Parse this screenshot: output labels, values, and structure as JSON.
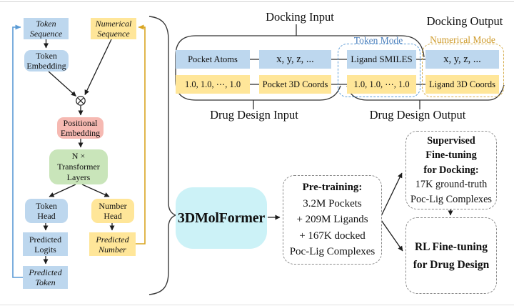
{
  "flowchart": {
    "token_sequence": [
      "Token",
      "Sequence"
    ],
    "numerical_sequence": [
      "Numerical",
      "Sequence"
    ],
    "token_embedding": [
      "Token",
      "Embedding"
    ],
    "positional_embedding": [
      "Positional",
      "Embedding"
    ],
    "transformer_layers": [
      "N ×",
      "Transformer",
      "Layers"
    ],
    "token_head": [
      "Token",
      "Head"
    ],
    "number_head": [
      "Number",
      "Head"
    ],
    "predicted_logits": [
      "Predicted",
      "Logits"
    ],
    "predicted_number": [
      "Predicted",
      "Number"
    ],
    "predicted_token": [
      "Predicted",
      "Token"
    ]
  },
  "sequence_panel": {
    "docking_input_label": "Docking Input",
    "docking_output_label": "Docking Output",
    "drug_design_input_label": "Drug Design Input",
    "drug_design_output_label": "Drug Design Output",
    "token_mode_label": "Token Mode",
    "numerical_mode_label": "Numerical Mode",
    "row1": [
      "Pocket Atoms",
      "x, y, z, ...",
      "Ligand SMILES",
      "x, y, z, ..."
    ],
    "row2": [
      "1.0, 1.0, ⋯, 1.0",
      "Pocket 3D Coords",
      "1.0, 1.0, ⋯, 1.0",
      "Ligand 3D Coords"
    ]
  },
  "pipeline": {
    "model_name": "3DMolFormer",
    "pretraining": {
      "title": "Pre-training:",
      "lines": [
        "3.2M Pockets",
        "+ 209M Ligands",
        "+ 167K docked",
        "Poc-Lig Complexes"
      ]
    },
    "sft": {
      "title_lines": [
        "Supervised",
        "Fine-tuning",
        "for Docking:"
      ],
      "lines": [
        "17K ground-truth",
        "Poc-Lig Complexes"
      ]
    },
    "rl": {
      "title_lines": [
        "RL Fine-tuning",
        "for Drug Design"
      ]
    }
  },
  "colors": {
    "box_blue": "#BDD7EE",
    "box_yellow": "#FFE699",
    "box_pink": "#F6B9B2",
    "box_green": "#C9E5BA",
    "box_cyan": "#CCF2F7",
    "line_blue": "#5B9BD5",
    "line_gold": "#D9A521",
    "token_mode_text": "#4A7EBB",
    "numerical_mode_text": "#CE9A28"
  }
}
